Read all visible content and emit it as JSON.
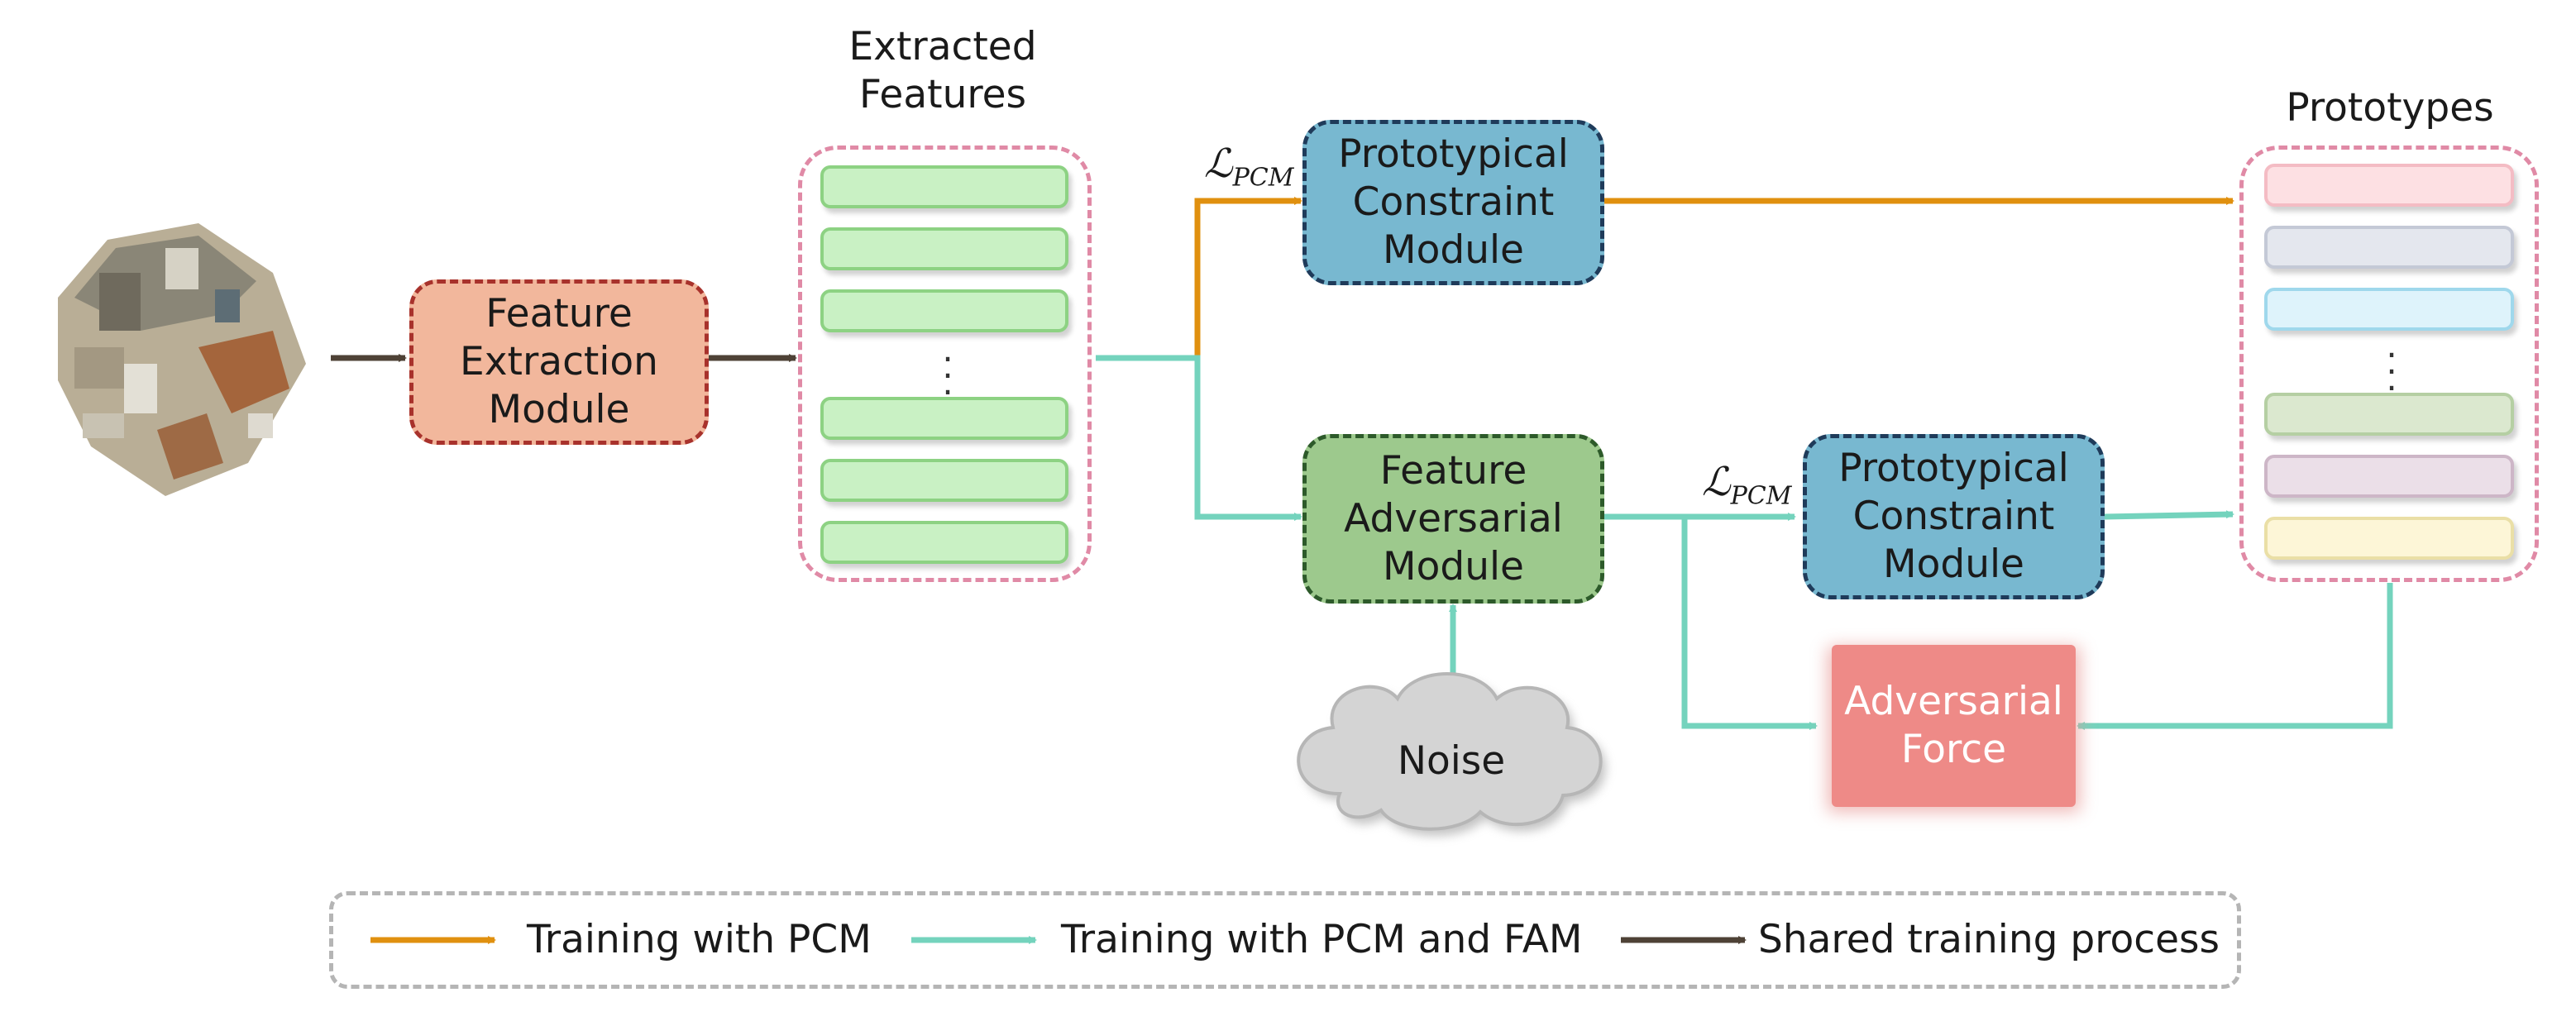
{
  "labels": {
    "extracted_features": "Extracted\nFeatures",
    "prototypes": "Prototypes",
    "loss_symbol": "ℒ",
    "loss_subscript": "PCM"
  },
  "modules": {
    "feature_extraction": "Feature\nExtraction\nModule",
    "pcm_top": "Prototypical\nConstraint\nModule",
    "fam": "Feature\nAdversarial\nModule",
    "pcm_bottom": "Prototypical\nConstraint\nModule",
    "adversarial_force": "Adversarial\nForce",
    "noise": "Noise"
  },
  "legend": {
    "orange": "Training with PCM",
    "teal": "Training with PCM and FAM",
    "dark": "Shared training process"
  },
  "colors": {
    "orange_arrow": "#e0900f",
    "teal_arrow": "#74d3bd",
    "dark_arrow": "#4e4236",
    "feature_box_fill": "#f2b79c",
    "feature_box_border": "#a8322c",
    "pcm_fill": "#78b8d0",
    "pcm_border": "#1f3b5a",
    "fam_fill": "#9dc98d",
    "fam_border": "#2d5a2a",
    "adv_force_fill": "#ee8a87",
    "feature_bar": "#c9f1c4",
    "prototype_bars": [
      "#fde0e3",
      "#e4e7ee",
      "#def3fb",
      "#dbe8cf",
      "#ebdfe8",
      "#fdf6d7"
    ]
  },
  "icons": {
    "scene": "3d-indoor-scene-icon",
    "cloud": "cloud-icon"
  }
}
